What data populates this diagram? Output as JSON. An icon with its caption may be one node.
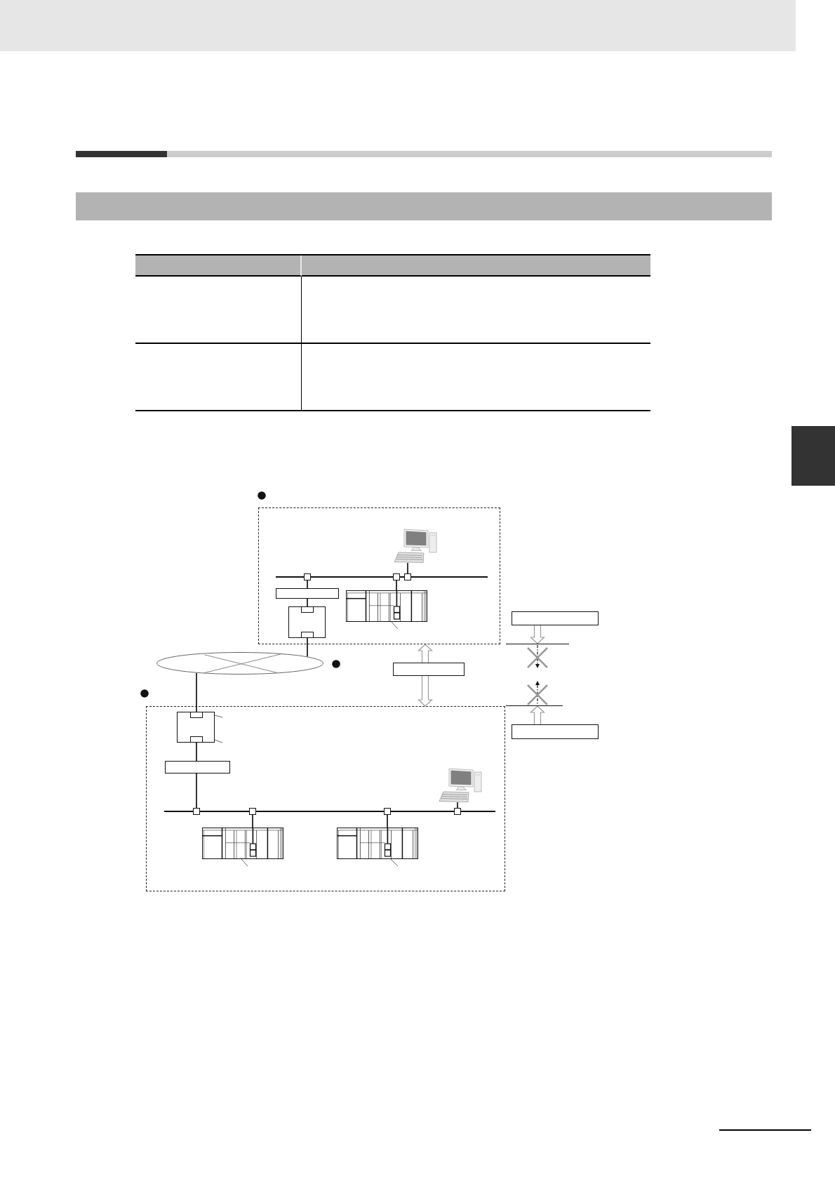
{
  "diagram": {
    "nodes": [
      {
        "text": [],
        "shape": "band"
      },
      {
        "text": [],
        "shape": "box"
      },
      {
        "text": [],
        "shape": "box"
      },
      {
        "text": [],
        "shape": "picture",
        "in": 2
      },
      {
        "text": [],
        "shape": "line",
        "in": 2
      },
      {
        "text": [],
        "shape": "box",
        "in": 2
      },
      {
        "text": [],
        "shape": "picture",
        "in": 2
      },
      {
        "text": [],
        "shape": "box",
        "in": 2
      },
      {
        "text": [],
        "shape": "box",
        "in": 7
      },
      {
        "text": [],
        "shape": "box",
        "in": 7
      },
      {
        "text": [],
        "shape": "box"
      },
      {
        "text": [],
        "shape": "line"
      },
      {
        "text": [],
        "shape": "ellipse"
      },
      {
        "text": [],
        "shape": "box"
      },
      {
        "text": [],
        "shape": "box"
      },
      {
        "text": [],
        "shape": "line"
      },
      {
        "text": [],
        "shape": "box"
      },
      {
        "text": [],
        "shape": "box",
        "in": 14
      },
      {
        "text": [],
        "shape": "box",
        "in": 17
      },
      {
        "text": [],
        "shape": "box",
        "in": 17
      },
      {
        "text": [],
        "shape": "box",
        "in": 14
      },
      {
        "text": [],
        "shape": "picture",
        "in": 14
      },
      {
        "text": [],
        "shape": "line",
        "in": 14
      },
      {
        "text": [],
        "shape": "picture",
        "in": 14
      },
      {
        "text": [],
        "shape": "picture",
        "in": 14
      }
    ],
    "edges": [
      {
        "from": 3,
        "to": 4,
        "arrow": "none"
      },
      {
        "from": 4,
        "to": 5,
        "arrow": "none"
      },
      {
        "from": 4,
        "to": 6,
        "arrow": "none"
      },
      {
        "from": 5,
        "to": 8,
        "arrow": "none"
      },
      {
        "from": 6,
        "to": null,
        "arrow": "none",
        "color": "#666666"
      },
      {
        "from": 10,
        "to": 11,
        "arrow": "to",
        "style": "thick",
        "color": "#999999"
      },
      {
        "from": 9,
        "to": 12,
        "arrow": "none"
      },
      {
        "from": 13,
        "to": 2,
        "arrow": "to",
        "style": "thick",
        "color": "#999999"
      },
      {
        "from": 13,
        "to": 14,
        "arrow": "to",
        "style": "thick",
        "color": "#999999"
      },
      {
        "from": 12,
        "to": 18,
        "arrow": "none"
      },
      {
        "from": 17,
        "to": null,
        "arrow": "none",
        "color": "#666666"
      },
      {
        "from": 17,
        "to": null,
        "arrow": "none",
        "color": "#666666"
      },
      {
        "from": 16,
        "to": 15,
        "arrow": "to",
        "style": "thick",
        "color": "#999999"
      },
      {
        "from": 19,
        "to": 20,
        "arrow": "none"
      },
      {
        "from": 20,
        "to": 22,
        "arrow": "none"
      },
      {
        "from": 21,
        "to": 22,
        "arrow": "none"
      },
      {
        "from": 22,
        "to": 23,
        "arrow": "none"
      },
      {
        "from": 22,
        "to": 24,
        "arrow": "none"
      },
      {
        "from": 23,
        "to": null,
        "arrow": "none",
        "color": "#666666"
      },
      {
        "from": 24,
        "to": null,
        "arrow": "none",
        "color": "#666666"
      }
    ]
  }
}
